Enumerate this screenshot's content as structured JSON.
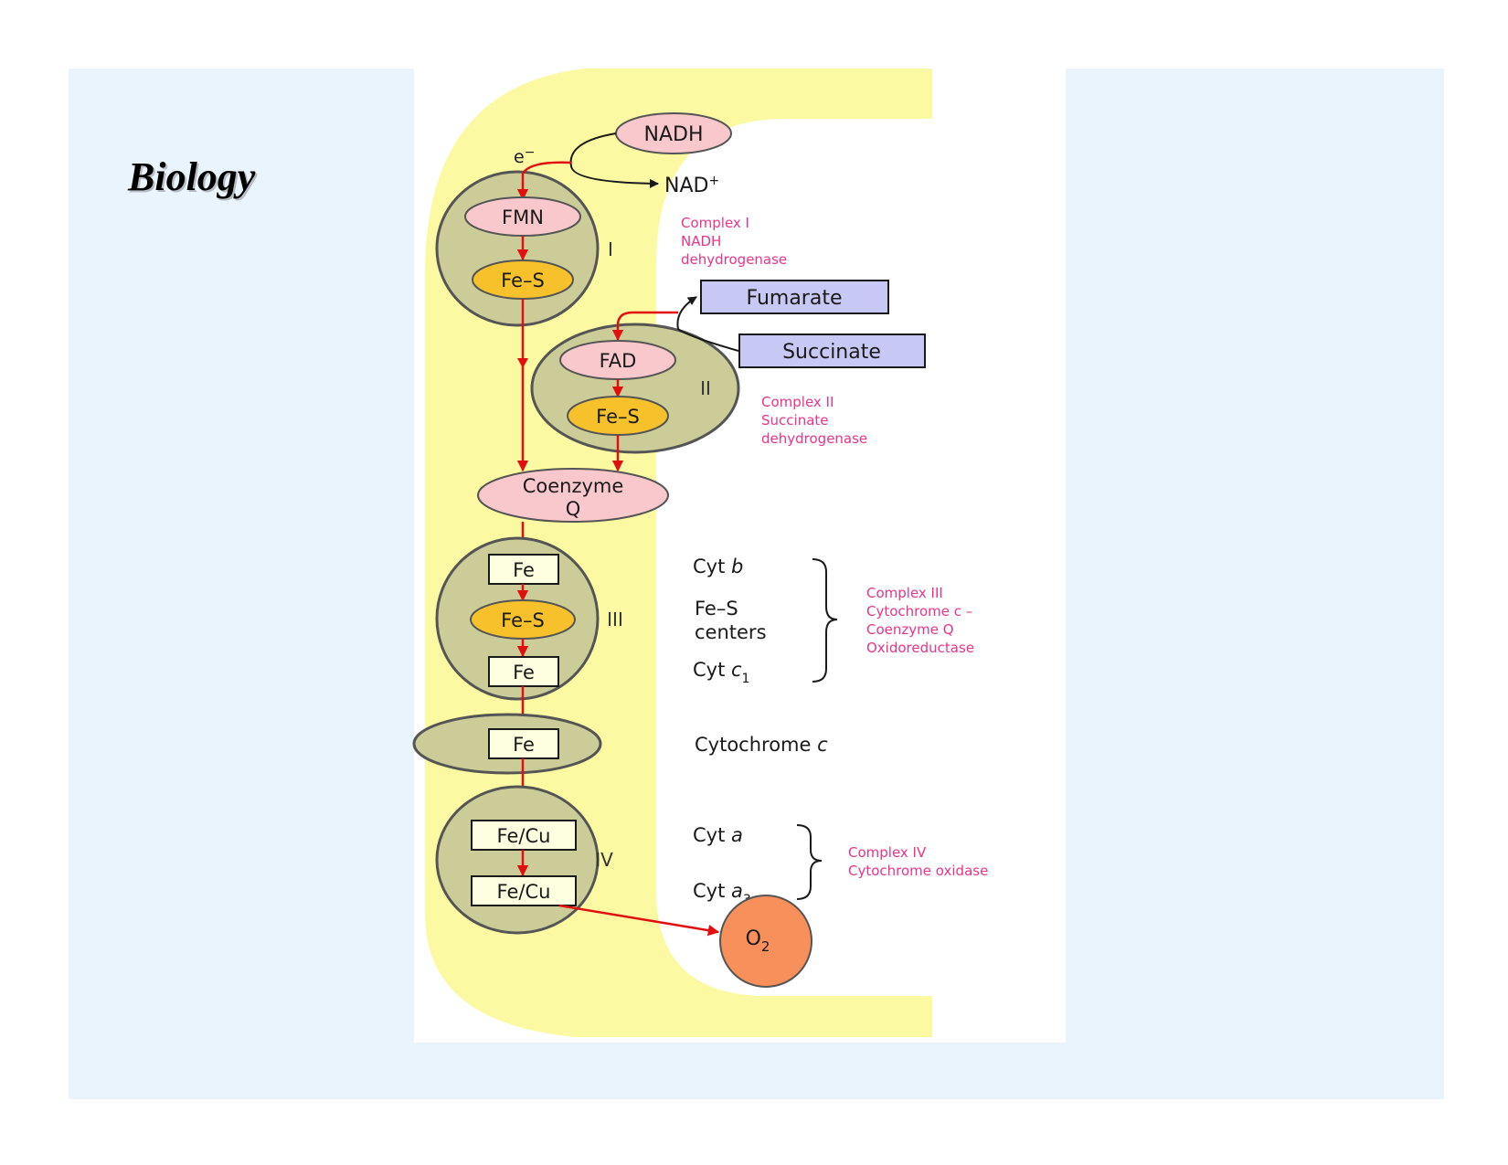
{
  "slide": {
    "title": "Biology"
  },
  "diagram": {
    "nadh": "NADH",
    "electron": "e",
    "electron_sup": "−",
    "nad": "NAD",
    "nad_sup": "+",
    "complex1": {
      "numeral": "I",
      "fmn": "FMN",
      "fes": "Fe–S",
      "caption": [
        "Complex I",
        "NADH",
        "dehydrogenase"
      ]
    },
    "fumarate": "Fumarate",
    "succinate": "Succinate",
    "complex2": {
      "numeral": "II",
      "fad": "FAD",
      "fes": "Fe–S",
      "caption": [
        "Complex II",
        "Succinate",
        "dehydrogenase"
      ]
    },
    "coenzyme_q": [
      "Coenzyme",
      "Q"
    ],
    "complex3": {
      "numeral": "III",
      "fe_top": "Fe",
      "fes": "Fe–S",
      "fe_bottom": "Fe",
      "cyt_b": {
        "prefix": "Cyt ",
        "letter": "b"
      },
      "fes_centers": [
        "Fe–S",
        "centers"
      ],
      "cyt_c1": {
        "prefix": "Cyt ",
        "letter": "c",
        "sub": "1"
      },
      "caption": [
        "Complex III",
        "Cytochrome c –",
        "Coenzyme Q",
        "Oxidoreductase"
      ]
    },
    "cytochrome_c": {
      "fe": "Fe",
      "prefix": "Cytochrome ",
      "letter": "c"
    },
    "complex4": {
      "numeral": "IV",
      "fecu_top": "Fe/Cu",
      "fecu_bottom": "Fe/Cu",
      "cyt_a": {
        "prefix": "Cyt ",
        "letter": "a"
      },
      "cyt_a3": {
        "prefix": "Cyt ",
        "letter": "a",
        "sub": "3"
      },
      "caption": [
        "Complex IV",
        "Cytochrome oxidase"
      ]
    },
    "oxygen": {
      "base": "O",
      "sub": "2"
    }
  },
  "colors": {
    "slide_background": "#eaf4fd",
    "membrane": "#fcf9a3",
    "complex": "#cccc99",
    "pink_node": "#f8c8cc",
    "fes_node": "#f7c12c",
    "fe_box": "#fefee0",
    "substrate_box": "#c8c8f4",
    "oxygen": "#f7905a",
    "electron_arrow": "#e01010",
    "caption_text": "#e8348a"
  }
}
